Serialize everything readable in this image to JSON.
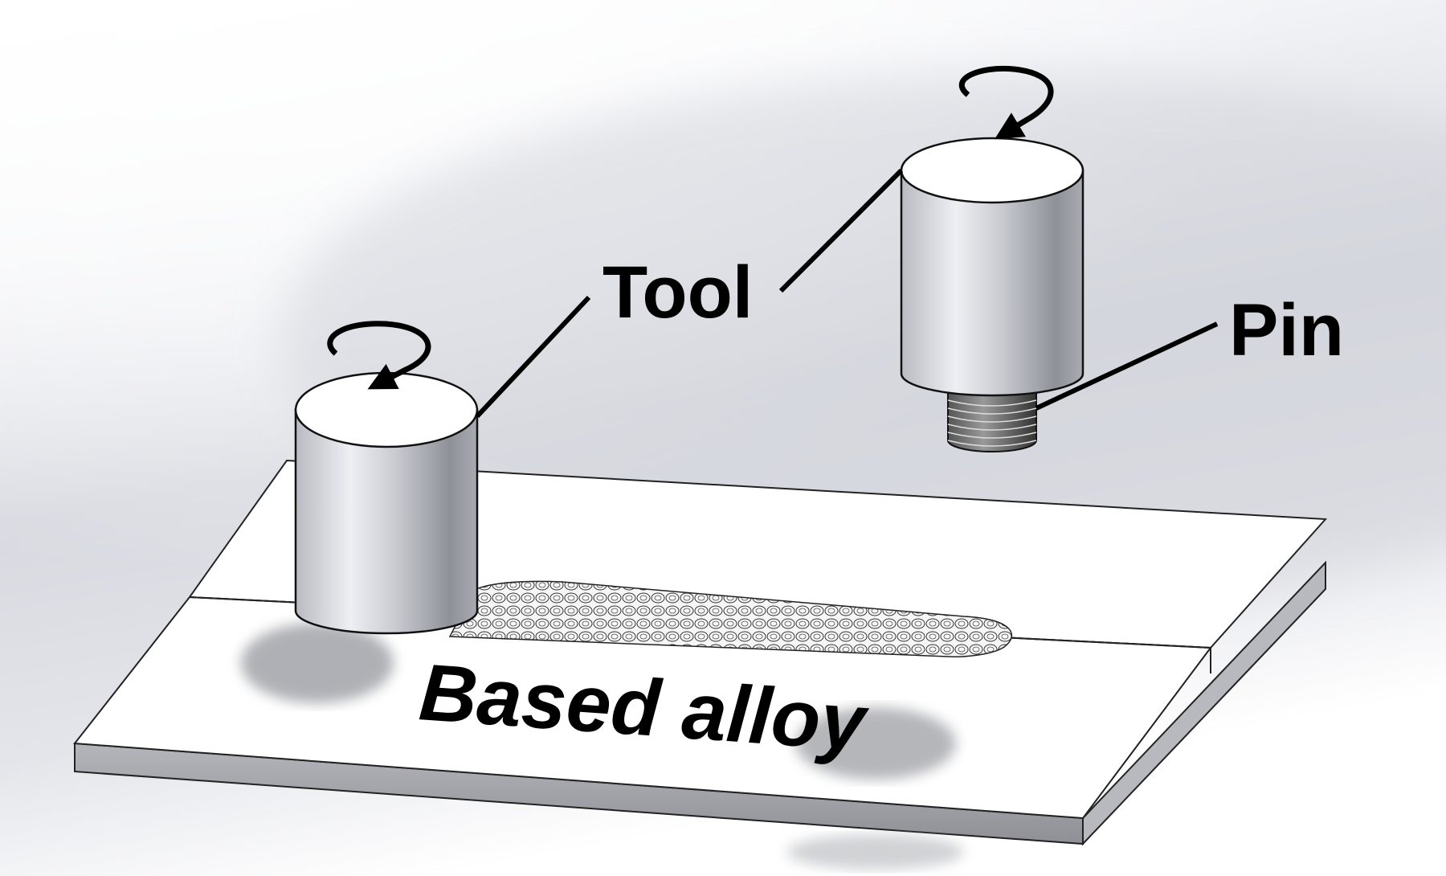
{
  "labels": {
    "tool": "Tool",
    "pin": "Pin",
    "base": "Based alloy"
  },
  "colors": {
    "background_light": "#ffffff",
    "background_shade": "#d3d5dc",
    "plate_top": "#ffffff",
    "plate_edge": "#a3a5ab",
    "cylinder_light": "#e6e7ec",
    "cylinder_dark": "#7f8189",
    "weld_bead": "#555555",
    "shadow": "#a6a8ad",
    "ink": "#000000"
  },
  "parts": {
    "tool_count": 2,
    "pin_threads": 6,
    "rotation_arrows": 2
  }
}
